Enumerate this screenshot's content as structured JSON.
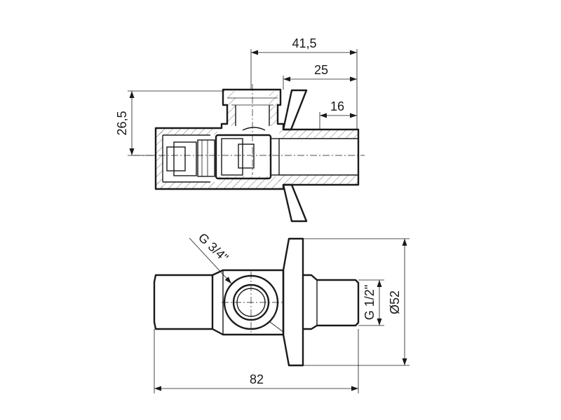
{
  "dimensions": {
    "overall_height": "41,5",
    "spindle_offset": "25",
    "outlet_length": "16",
    "axis_offset": "26,5",
    "inlet_thread": "G 3/4\"",
    "outlet_thread": "G 1/2\"",
    "rosette_diameter": "Ø52",
    "overall_length": "82"
  }
}
